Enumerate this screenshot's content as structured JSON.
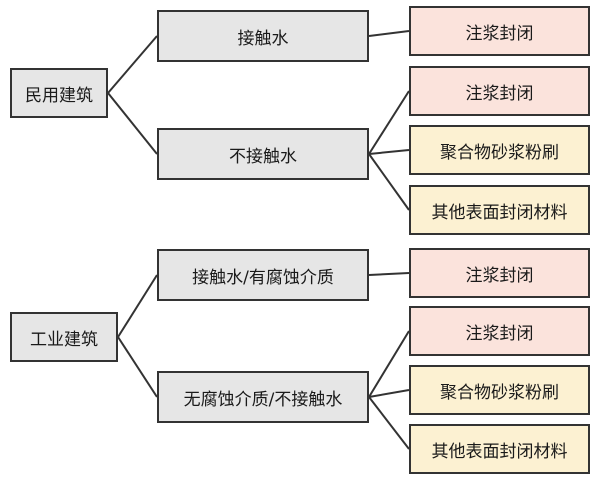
{
  "colors": {
    "gray": "#e6e6e6",
    "pink": "#fbe3dc",
    "yellow": "#fcf1d2",
    "line": "#333333"
  },
  "tree": [
    {
      "label": "民用建筑",
      "children": [
        {
          "label": "接触水",
          "leaves": [
            {
              "label": "注浆封闭",
              "color": "pink"
            }
          ]
        },
        {
          "label": "不接触水",
          "leaves": [
            {
              "label": "注浆封闭",
              "color": "pink"
            },
            {
              "label": "聚合物砂浆粉刷",
              "color": "yellow"
            },
            {
              "label": "其他表面封闭材料",
              "color": "yellow"
            }
          ]
        }
      ]
    },
    {
      "label": "工业建筑",
      "children": [
        {
          "label": "接触水/有腐蚀介质",
          "leaves": [
            {
              "label": "注浆封闭",
              "color": "pink"
            }
          ]
        },
        {
          "label": "无腐蚀介质/不接触水",
          "leaves": [
            {
              "label": "注浆封闭",
              "color": "pink"
            },
            {
              "label": "聚合物砂浆粉刷",
              "color": "yellow"
            },
            {
              "label": "其他表面封闭材料",
              "color": "yellow"
            }
          ]
        }
      ]
    }
  ]
}
